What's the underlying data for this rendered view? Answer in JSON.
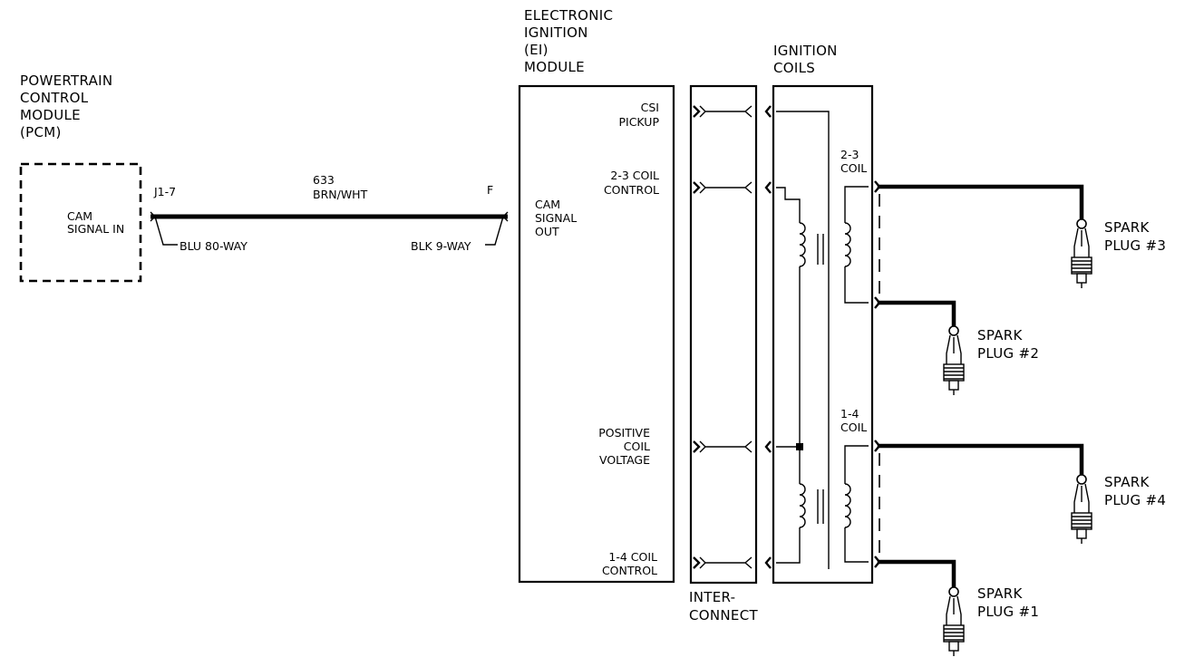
{
  "pcm": {
    "title": [
      "POWERTRAIN",
      "CONTROL",
      "MODULE",
      "(PCM)"
    ],
    "pin_label": [
      "CAM",
      "SIGNAL  IN"
    ],
    "connector_pin": "J1-7",
    "connector_name": "BLU 80-WAY"
  },
  "wire": {
    "circuit": "633",
    "color": "BRN/WHT",
    "end_pin": "F",
    "end_connector": "BLK 9-WAY"
  },
  "ei_module": {
    "title": [
      "ELECTRONIC",
      "IGNITION",
      "(EI)",
      "MODULE"
    ],
    "cam_signal_out": [
      "CAM",
      "SIGNAL",
      "OUT"
    ],
    "terminals": [
      [
        "CSI",
        "PICKUP"
      ],
      [
        "2-3 COIL",
        "CONTROL"
      ],
      [
        "POSITIVE",
        "COIL",
        "VOLTAGE"
      ],
      [
        "1-4 COIL",
        "CONTROL"
      ]
    ]
  },
  "interconnect": {
    "label": [
      "INTER-",
      "CONNECT"
    ]
  },
  "ignition_coils": {
    "title": [
      "IGNITION",
      "COILS"
    ],
    "coil_upper": [
      "2-3",
      "COIL"
    ],
    "coil_lower": [
      "1-4",
      "COIL"
    ]
  },
  "spark_plugs": [
    [
      "SPARK",
      "PLUG #3"
    ],
    [
      "SPARK",
      "PLUG #2"
    ],
    [
      "SPARK",
      "PLUG #4"
    ],
    [
      "SPARK",
      "PLUG #1"
    ]
  ]
}
